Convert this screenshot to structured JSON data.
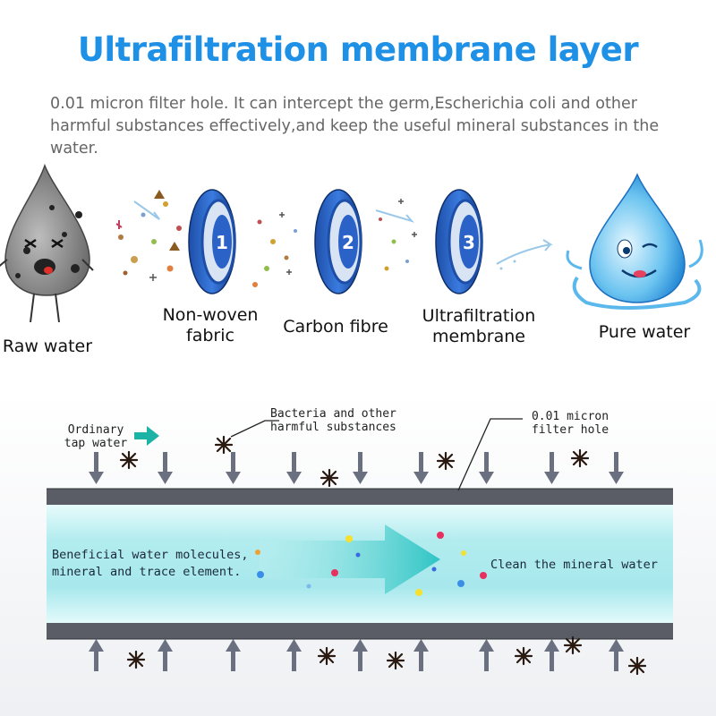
{
  "header": {
    "title": "Ultrafiltration membrane layer",
    "description": "0.01 micron filter hole. It can intercept the germ,Escherichia coli and other harmful substances effectively,and keep the useful mineral substances in the water."
  },
  "stages": [
    {
      "label": "Raw water",
      "icon": "dirty-water-drop-icon"
    },
    {
      "label": "Non-woven\nfabric",
      "number": "1",
      "icon": "filter-disc-icon"
    },
    {
      "label": "Carbon fibre",
      "number": "2",
      "icon": "filter-disc-icon"
    },
    {
      "label": "Ultrafiltration\nmembrane",
      "number": "3",
      "icon": "filter-disc-icon"
    },
    {
      "label": "Pure water",
      "icon": "clean-water-drop-icon"
    }
  ],
  "membrane_diagram": {
    "tap_water_label": "Ordinary\ntap water",
    "bacteria_label": "Bacteria and other\nharmful substances",
    "filter_hole_label": "0.01 micron\nfilter hole",
    "beneficial_label": "Beneficial water molecules,\nmineral and trace element.",
    "clean_label": "Clean the mineral water"
  },
  "colors": {
    "title": "#1e90e6",
    "membrane": "#5a5d66",
    "channel": "#bdeef0",
    "arrow": "#3cc8c8",
    "bacteria": "#2a1a12"
  }
}
